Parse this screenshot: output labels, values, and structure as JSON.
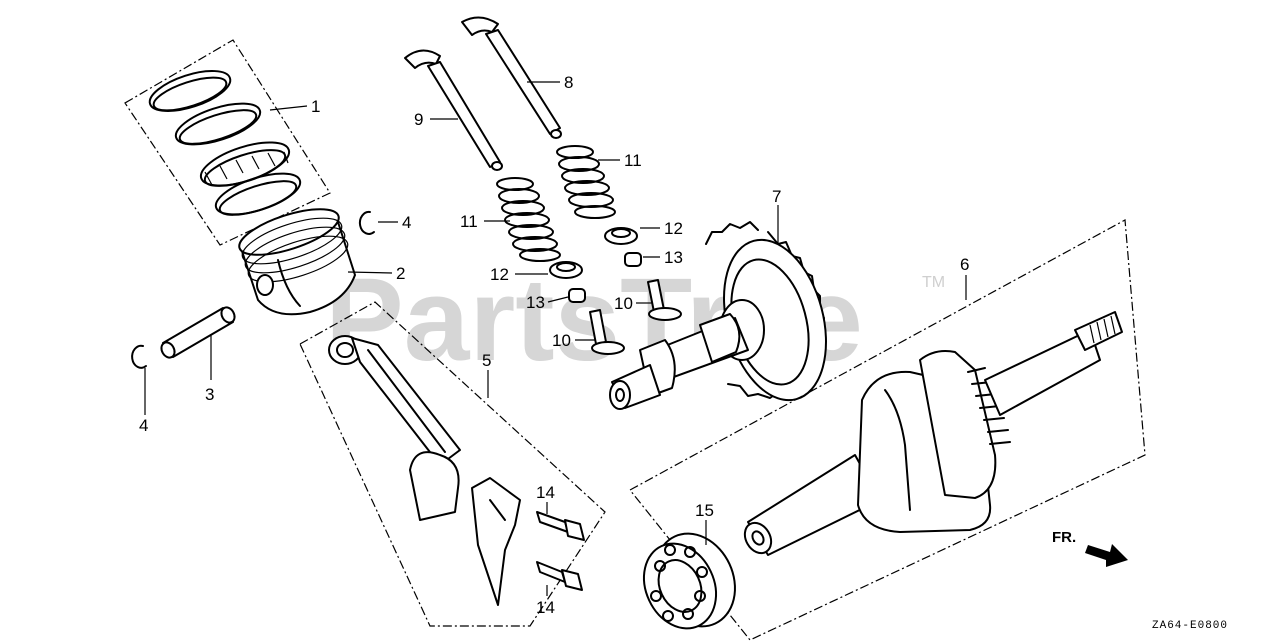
{
  "watermark": {
    "text": "PartsTree",
    "tm": "TM"
  },
  "callouts": [
    {
      "id": "c1",
      "num": "1"
    },
    {
      "id": "c2",
      "num": "2"
    },
    {
      "id": "c3",
      "num": "3"
    },
    {
      "id": "c4a",
      "num": "4"
    },
    {
      "id": "c4b",
      "num": "4"
    },
    {
      "id": "c5",
      "num": "5"
    },
    {
      "id": "c6",
      "num": "6"
    },
    {
      "id": "c7",
      "num": "7"
    },
    {
      "id": "c8",
      "num": "8"
    },
    {
      "id": "c9",
      "num": "9"
    },
    {
      "id": "c10a",
      "num": "10"
    },
    {
      "id": "c10b",
      "num": "10"
    },
    {
      "id": "c11a",
      "num": "11"
    },
    {
      "id": "c11b",
      "num": "11"
    },
    {
      "id": "c12a",
      "num": "12"
    },
    {
      "id": "c12b",
      "num": "12"
    },
    {
      "id": "c13a",
      "num": "13"
    },
    {
      "id": "c13b",
      "num": "13"
    },
    {
      "id": "c14a",
      "num": "14"
    },
    {
      "id": "c14b",
      "num": "14"
    },
    {
      "id": "c15",
      "num": "15"
    }
  ],
  "direction": {
    "label": "FR."
  },
  "drawing_code": "ZA64-E0800"
}
